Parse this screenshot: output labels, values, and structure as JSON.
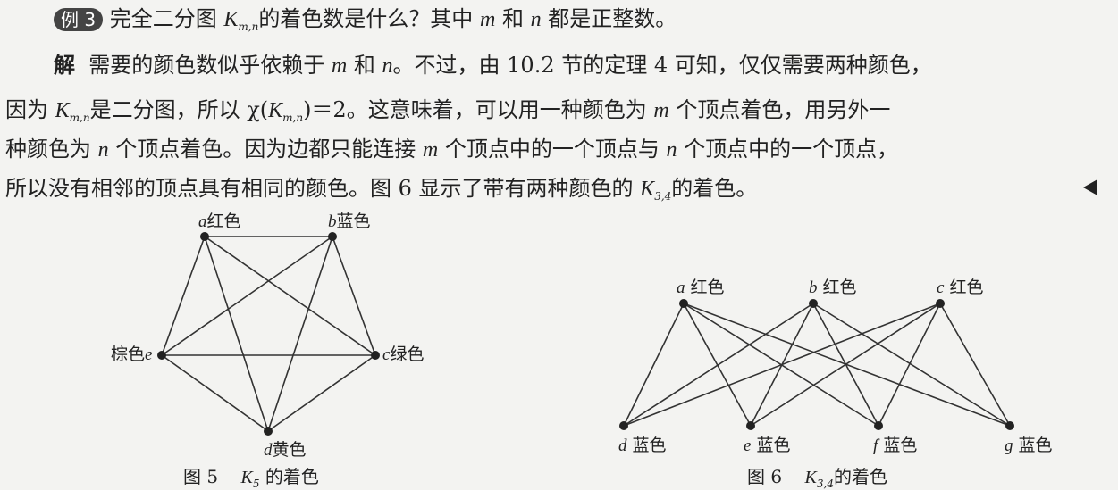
{
  "example": {
    "badge": "例 3",
    "question_a": "完全二分图",
    "question_k": "K",
    "question_sub": "m,n",
    "question_b": "的着色数是什么？其中",
    "question_m": "m",
    "question_c": "和",
    "question_n": "n",
    "question_d": "都是正整数。"
  },
  "solution": {
    "label": "解",
    "line1_a": "需要的颜色数似乎依赖于",
    "line1_m": "m",
    "line1_b": "和",
    "line1_n": "n",
    "line1_c": "。不过，由 10.2 节的定理 4 可知，仅仅需要两种颜色，",
    "line2_a": "因为",
    "line2_k": "K",
    "line2_sub": "m,n",
    "line2_b": "是二分图，所以 χ(",
    "line2_k2": "K",
    "line2_sub2": "m,n",
    "line2_c": ")＝2。这意味着，可以用一种颜色为",
    "line2_m": "m",
    "line2_d": "个顶点着色，用另外一",
    "line3_a": "种颜色为",
    "line3_n": "n",
    "line3_b": "个顶点着色。因为边都只能连接",
    "line3_m": "m",
    "line3_c": "个顶点中的一个顶点与",
    "line3_n2": "n",
    "line3_d": "个顶点中的一个顶点，",
    "line4_a": "所以没有相邻的顶点具有相同的颜色。图 6 显示了带有两种颜色的",
    "line4_k": "K",
    "line4_sub": "3,4",
    "line4_b": "的着色。"
  },
  "figure5": {
    "vertices": [
      {
        "id": "a",
        "color_label": "红色"
      },
      {
        "id": "b",
        "color_label": "蓝色"
      },
      {
        "id": "c",
        "color_label": "绿色"
      },
      {
        "id": "d",
        "color_label": "黄色"
      },
      {
        "id": "e",
        "color_label": "棕色"
      }
    ],
    "caption_fig": "图 5",
    "caption_k": "K",
    "caption_sub": "5",
    "caption_tail": "的着色"
  },
  "figure6": {
    "top": [
      {
        "id": "a",
        "color_label": "红色"
      },
      {
        "id": "b",
        "color_label": "红色"
      },
      {
        "id": "c",
        "color_label": "红色"
      }
    ],
    "bottom": [
      {
        "id": "d",
        "color_label": "蓝色"
      },
      {
        "id": "e",
        "color_label": "蓝色"
      },
      {
        "id": "f",
        "color_label": "蓝色"
      },
      {
        "id": "g",
        "color_label": "蓝色"
      }
    ],
    "caption_fig": "图 6",
    "caption_k": "K",
    "caption_sub": "3,4",
    "caption_tail": "的着色"
  }
}
